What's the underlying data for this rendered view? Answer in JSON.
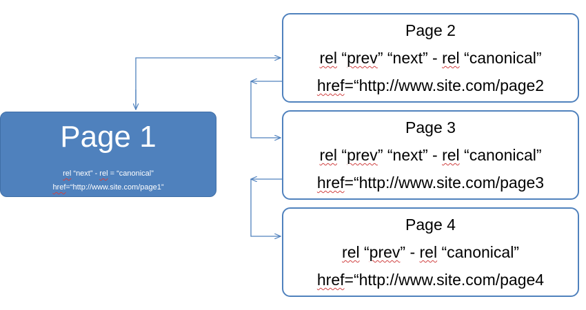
{
  "page1": {
    "title": "Page 1",
    "line1": {
      "rel": "rel",
      "rest": " “next”  - ",
      "rel2": "rel",
      "rest2": " = “canonical”"
    },
    "line2": {
      "href": "href",
      "rest": "=“http://www.site.com/page1”"
    }
  },
  "pages": [
    {
      "title": "Page 2",
      "rel_a": "rel",
      "rel_mid": " “",
      "prev": "prev",
      "rel_rest": "”  “next” - ",
      "rel_b": "rel",
      "rel_end": " “canonical”",
      "href": "href",
      "href_rest": "=“http://www.site.com/page2"
    },
    {
      "title": "Page 3",
      "rel_a": "rel",
      "rel_mid": " “",
      "prev": "prev",
      "rel_rest": "”  “next” - ",
      "rel_b": "rel",
      "rel_end": " “canonical”",
      "href": "href",
      "href_rest": "=“http://www.site.com/page3"
    },
    {
      "title": "Page 4",
      "rel_a": "rel",
      "rel_mid": " “",
      "prev": "prev",
      "rel_rest": "” - ",
      "rel_b": "rel",
      "rel_end": " “canonical”",
      "href": "href",
      "href_rest": "=“http://www.site.com/page4"
    }
  ],
  "colors": {
    "accent": "#4f81bd",
    "page1_fill": "#4f81bd",
    "text": "#000000",
    "spell_mark": "#d04040"
  }
}
